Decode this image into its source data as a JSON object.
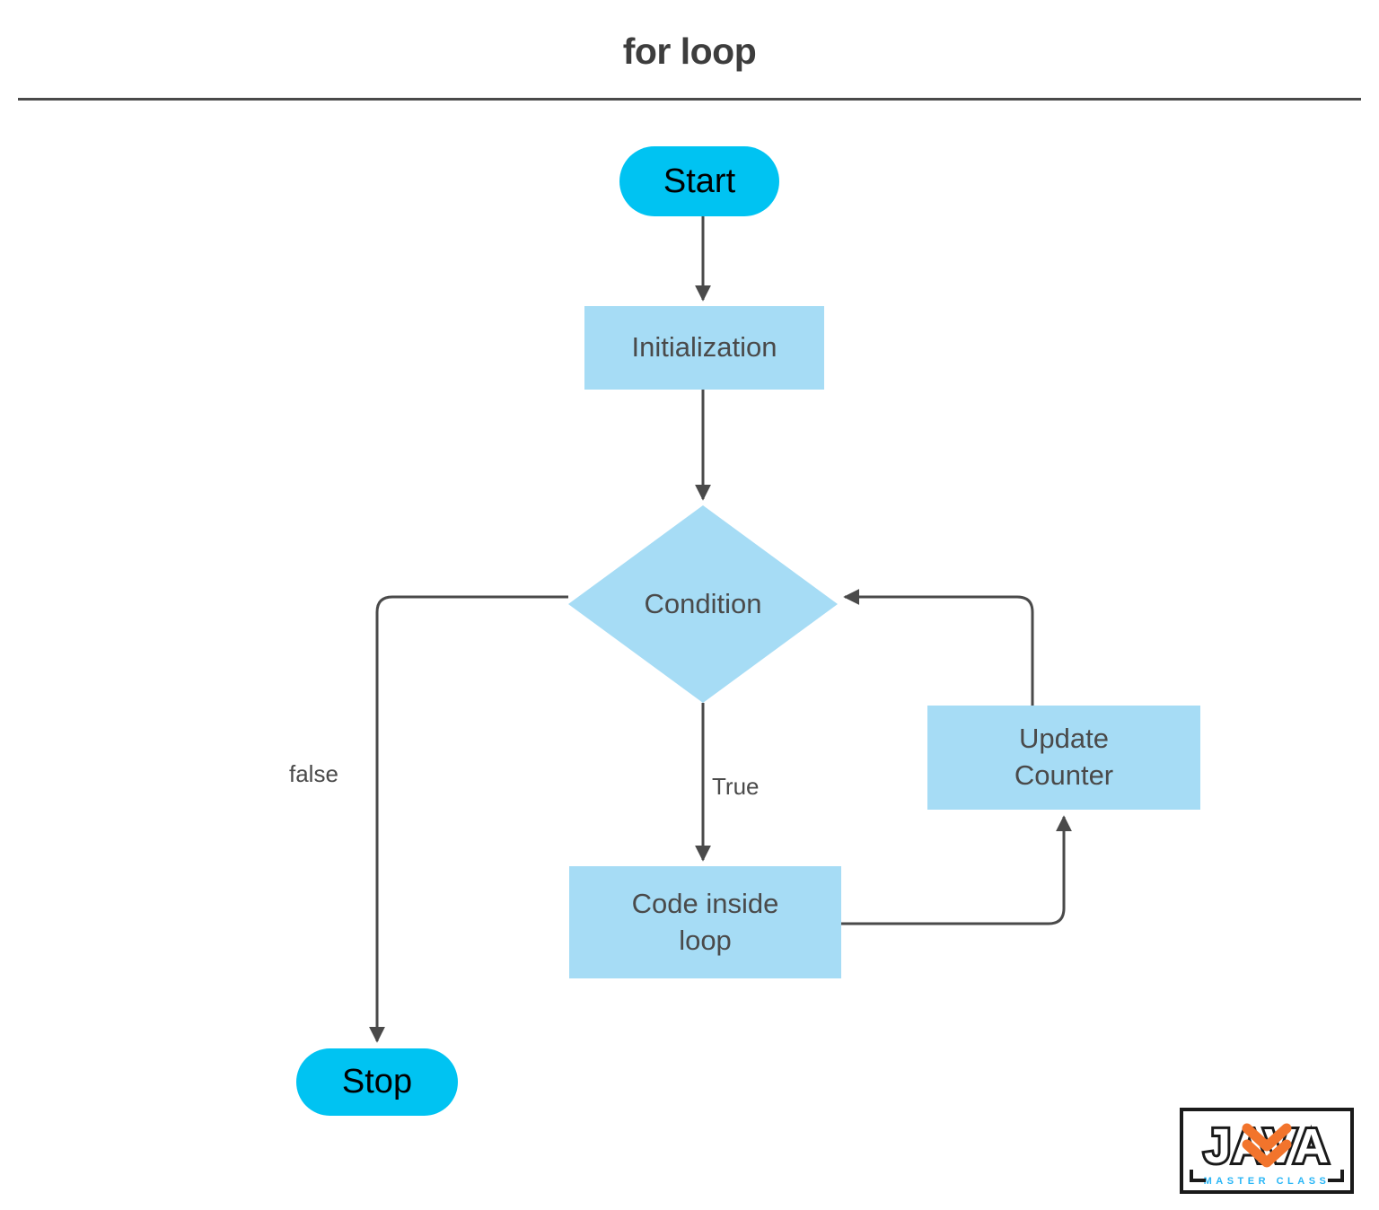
{
  "header": {
    "title": "for loop"
  },
  "diagram": {
    "type": "flowchart",
    "nodes": [
      {
        "id": "start",
        "label": "Start",
        "shape": "terminal",
        "fill": "#00c3f2",
        "text_color": "#000000"
      },
      {
        "id": "init",
        "label": "Initialization",
        "shape": "process",
        "fill": "#a6dcf5",
        "text_color": "#4a4a4a"
      },
      {
        "id": "condition",
        "label": "Condition",
        "shape": "decision",
        "fill": "#a6dcf5",
        "text_color": "#4a4a4a"
      },
      {
        "id": "update",
        "label": "Update\nCounter",
        "shape": "process",
        "fill": "#a6dcf5",
        "text_color": "#4a4a4a",
        "line1": "Update",
        "line2": "Counter"
      },
      {
        "id": "body",
        "label": "Code inside\nloop",
        "shape": "process",
        "fill": "#a6dcf5",
        "text_color": "#4a4a4a",
        "line1": "Code inside",
        "line2": "loop"
      },
      {
        "id": "stop",
        "label": "Stop",
        "shape": "terminal",
        "fill": "#00c3f2",
        "text_color": "#000000"
      }
    ],
    "edges": [
      {
        "from": "start",
        "to": "init",
        "label": ""
      },
      {
        "from": "init",
        "to": "condition",
        "label": ""
      },
      {
        "from": "condition",
        "to": "stop",
        "label": "false"
      },
      {
        "from": "condition",
        "to": "body",
        "label": "True"
      },
      {
        "from": "body",
        "to": "update",
        "label": ""
      },
      {
        "from": "update",
        "to": "condition",
        "label": ""
      }
    ],
    "edge_labels": {
      "false": "false",
      "true": "True"
    },
    "line_color": "#4a4a4a"
  },
  "logo": {
    "word": "JAVA",
    "tagline": "MASTER CLASS",
    "chevron_color": "#f2742c",
    "tagline_color": "#29b6f6",
    "frame_color": "#1a1a1a"
  }
}
